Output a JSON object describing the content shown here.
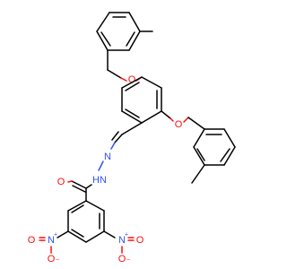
{
  "diagram": {
    "type": "chemical-structure",
    "colors": {
      "carbon_bond": "#000000",
      "oxygen": "#ff0d0d",
      "nitrogen": "#3050f8",
      "background": "#ffffff"
    },
    "labels": {
      "ether_o_top": "O",
      "ether_o_side": "O",
      "carbonyl_o": "O",
      "imine_n": "N",
      "hydrazide_n": "N",
      "hydrazide_h": "H",
      "nitro_left_n": "N",
      "nitro_left_n_charge": "+",
      "nitro_left_o1": "O",
      "nitro_left_o2": "O",
      "nitro_left_o2_charge": "−",
      "nitro_right_n": "N",
      "nitro_right_n_charge": "+",
      "nitro_right_o1": "O",
      "nitro_right_o2": "O",
      "nitro_right_o2_charge": "−"
    }
  }
}
